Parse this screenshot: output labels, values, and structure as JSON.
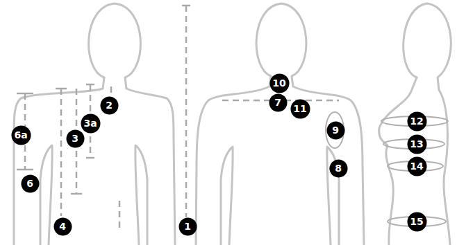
{
  "diagram": {
    "nodes": [
      {
        "text": [
          "2"
        ]
      },
      {
        "text": [
          "6a"
        ]
      },
      {
        "text": [
          "3a"
        ]
      },
      {
        "text": [
          "3"
        ]
      },
      {
        "text": [
          "6"
        ]
      },
      {
        "text": [
          "4"
        ]
      },
      {
        "text": [
          "1"
        ]
      },
      {
        "text": [
          "10"
        ]
      },
      {
        "text": [
          "7"
        ]
      },
      {
        "text": [
          "11"
        ]
      },
      {
        "text": [
          "9"
        ]
      },
      {
        "text": [
          "8"
        ]
      },
      {
        "text": [
          "12"
        ]
      },
      {
        "text": [
          "13"
        ]
      },
      {
        "text": [
          "14"
        ]
      },
      {
        "text": [
          "15"
        ]
      }
    ]
  }
}
